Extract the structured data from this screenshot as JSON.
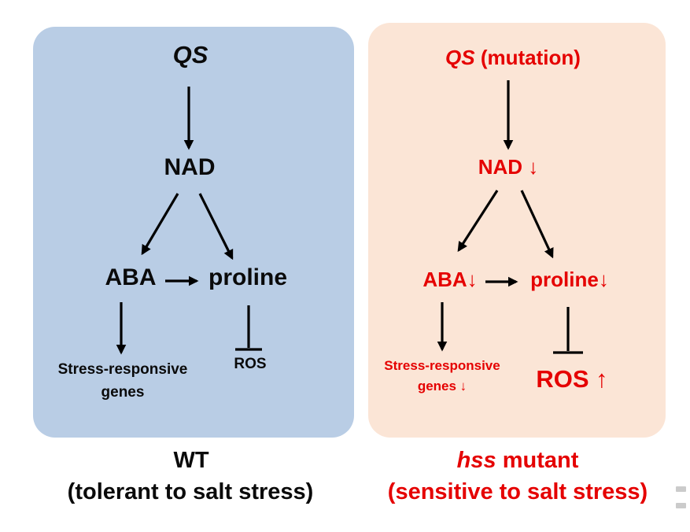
{
  "colors": {
    "wt_bg": "#b9cde5",
    "mutant_bg": "#fbe5d6",
    "wt_text": "#0a0a0a",
    "mutant_text": "#e50000",
    "arrow": "#000000"
  },
  "wt": {
    "qs": "QS",
    "nad": "NAD",
    "aba": "ABA",
    "proline": "proline",
    "stress_line1": "Stress-responsive",
    "stress_line2": "genes",
    "ros": "ROS",
    "caption_line1": "WT",
    "caption_line2": "(tolerant to salt stress)"
  },
  "mutant": {
    "qs": "QS",
    "qs_suffix": " (mutation)",
    "nad": "NAD ↓",
    "aba": "ABA↓",
    "proline": "proline↓",
    "stress_line1": "Stress-responsive",
    "stress_line2": "genes ↓",
    "ros": "ROS ↑",
    "caption_italic": "hss",
    "caption_rest": " mutant",
    "caption_line2": "(sensitive to salt stress)"
  }
}
